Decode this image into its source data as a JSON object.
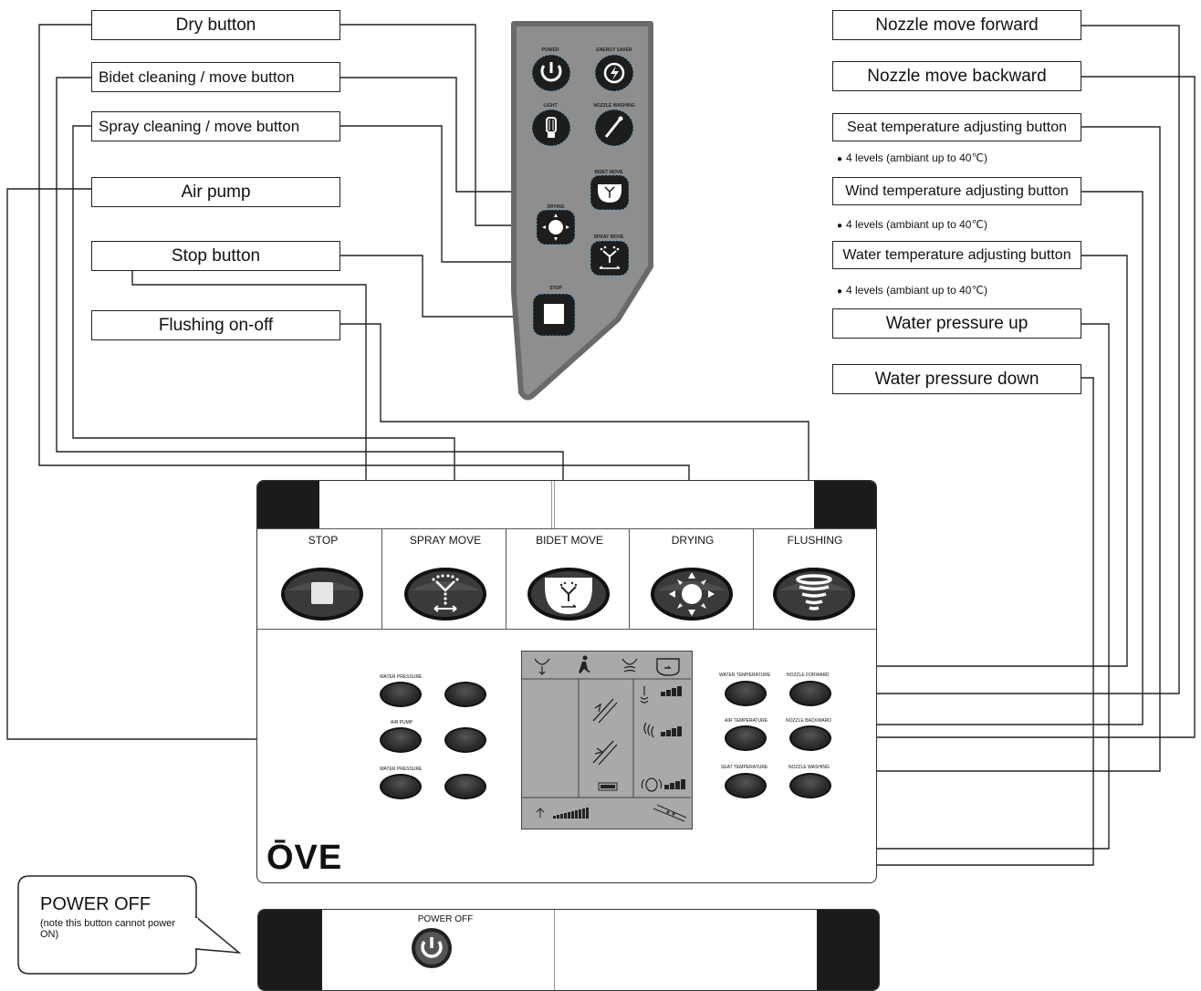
{
  "labels": {
    "dry": "Dry button",
    "bidet": "Bidet cleaning / move button",
    "spray": "Spray cleaning / move button",
    "air_pump": "Air pump",
    "stop": "Stop button",
    "flushing": "Flushing on-off",
    "nozzle_forward": "Nozzle move forward",
    "nozzle_backward": "Nozzle move backward",
    "seat_temp": "Seat temperature adjusting button",
    "wind_temp": "Wind temperature adjusting button",
    "water_temp": "Water temperature adjusting button",
    "pressure_up": "Water pressure up",
    "pressure_down": "Water pressure down"
  },
  "notes": {
    "seat": "4 levels (ambiant up to 40℃)",
    "wind": "4 levels (ambiant up to 40℃)",
    "water": "4 levels (ambiant up to 40℃)"
  },
  "remote": {
    "power": "POWER",
    "energy_saver": "ENERGY SAVER",
    "light": "LIGHT",
    "nozzle_washing": "NOZZLE WASHING",
    "bidet_move": "BIDET MOVE",
    "drying": "DRYING",
    "spray_move": "SPRAY MOVE",
    "stop": "STOP"
  },
  "panel": {
    "columns": [
      "STOP",
      "SPRAY MOVE",
      "BIDET MOVE",
      "DRYING",
      "FLUSHING"
    ],
    "left_labels": {
      "water_pressure_top": "WATER PRESSURE",
      "air_pump": "AIR PUMP",
      "water_pressure_bottom": "WATER PRESSURE"
    },
    "right_labels": {
      "water_temperature": "WATER TEMPERATURE",
      "nozzle_forward": "NOZZLE FORWARD",
      "air_temperature": "AIR TEMPERATURE",
      "nozzle_backward": "NOZZLE BACKWARD",
      "seat_temperature": "SEAT TEMPERATURE",
      "nozzle_washing": "NOZZLE WASHING"
    },
    "brand": "ŌVE"
  },
  "power_panel": {
    "label": "POWER OFF"
  },
  "callout": {
    "title": "POWER OFF",
    "note": "(note this button cannot power ON)"
  }
}
